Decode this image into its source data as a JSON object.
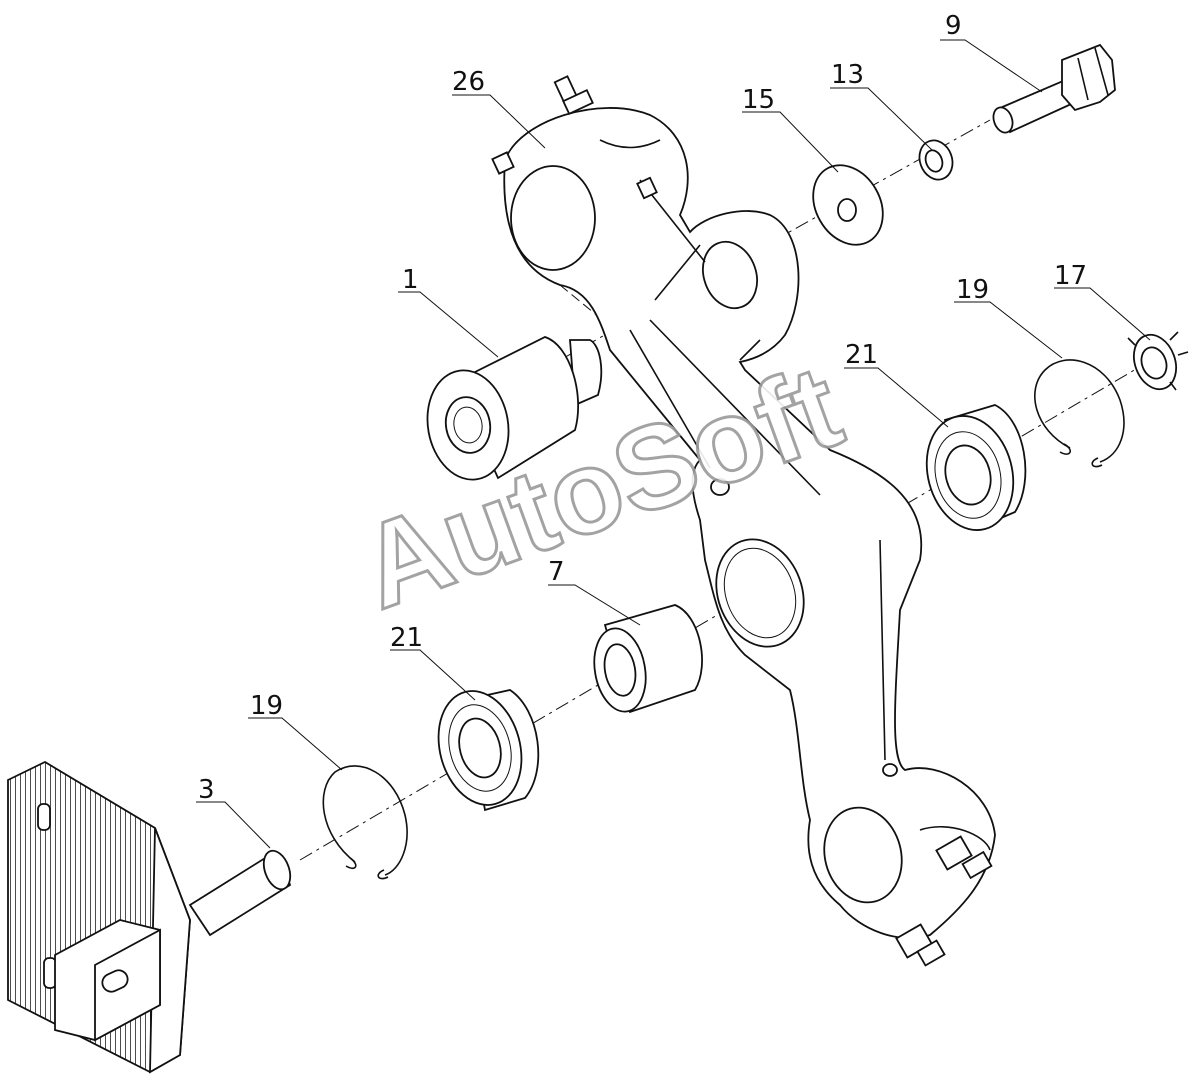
{
  "callouts": [
    {
      "id": "c26",
      "label": "26"
    },
    {
      "id": "c15",
      "label": "15"
    },
    {
      "id": "c13",
      "label": "13"
    },
    {
      "id": "c9",
      "label": "9"
    },
    {
      "id": "c1",
      "label": "1"
    },
    {
      "id": "c21a",
      "label": "21"
    },
    {
      "id": "c19a",
      "label": "19"
    },
    {
      "id": "c17",
      "label": "17"
    },
    {
      "id": "c7",
      "label": "7"
    },
    {
      "id": "c21b",
      "label": "21"
    },
    {
      "id": "c19b",
      "label": "19"
    },
    {
      "id": "c3",
      "label": "3"
    }
  ],
  "watermark": "AutoSoft"
}
